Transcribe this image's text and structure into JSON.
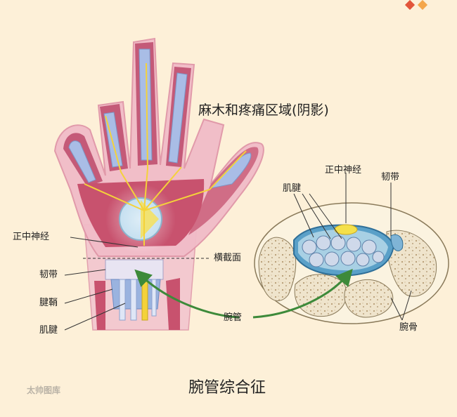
{
  "title": "腕管综合征",
  "watermark": "太帅图库",
  "labels": {
    "numb_area": "麻木和疼痛区域(阴影)",
    "median_nerve_left": "正中神经",
    "cross_section": "横截面",
    "ligament_left": "韧带",
    "tendon_sheath": "腱鞘",
    "tendon_left": "肌腱",
    "carpal_tunnel": "腕管",
    "median_nerve_right": "正中神经",
    "tendon_right": "肌腱",
    "ligament_right": "韧带",
    "carpal_bones": "腕骨"
  },
  "colors": {
    "background": "#fdf0d8",
    "skin": "#f0b8c4",
    "muscle": "#c84a66",
    "tendon": "#a9bde6",
    "nerve": "#f4d23a",
    "arrow": "#3d8a3a",
    "corner_red": "#e2553a",
    "corner_orange": "#f4a64a"
  },
  "icons": [
    "corner-diamond-red-icon",
    "corner-diamond-orange-icon"
  ]
}
